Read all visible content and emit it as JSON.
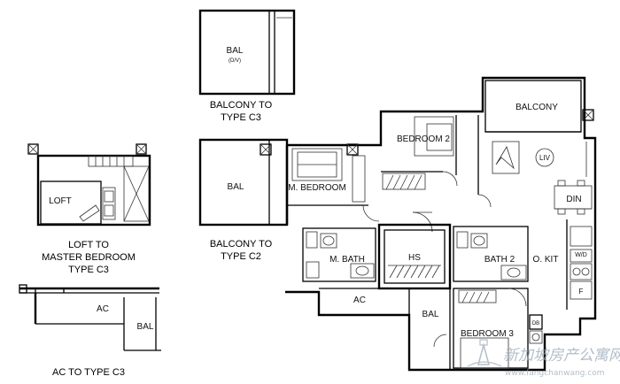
{
  "rooms": {
    "bal_dv": "BAL",
    "dv": "(D/V)",
    "balcony": "BALCONY",
    "bedroom2": "BEDROOM 2",
    "liv": "LIV",
    "bal_mid": "BAL",
    "m_bedroom": "M. BEDROOM",
    "din": "DIN",
    "loft": "LOFT",
    "m_bath": "M. BATH",
    "hs": "HS",
    "bath2": "BATH 2",
    "o_kit": "O. KIT",
    "wd": "W/D",
    "f": "F",
    "ac_main": "AC",
    "bal_bottom": "BAL",
    "bedroom3": "BEDROOM 3",
    "db": "DB",
    "ac_small": "AC",
    "bal_small": "BAL"
  },
  "captions": {
    "balcony_c3_1": "BALCONY TO",
    "balcony_c3_2": "TYPE C3",
    "balcony_c2_1": "BALCONY TO",
    "balcony_c2_2": "TYPE C2",
    "loft_1": "LOFT TO",
    "loft_2": "MASTER BEDROOM",
    "loft_3": "TYPE C3",
    "ac_c3": "AC TO TYPE C3"
  },
  "watermark": {
    "text": "新加坡房产公寓网",
    "url": "www.fangchanwang.com"
  }
}
